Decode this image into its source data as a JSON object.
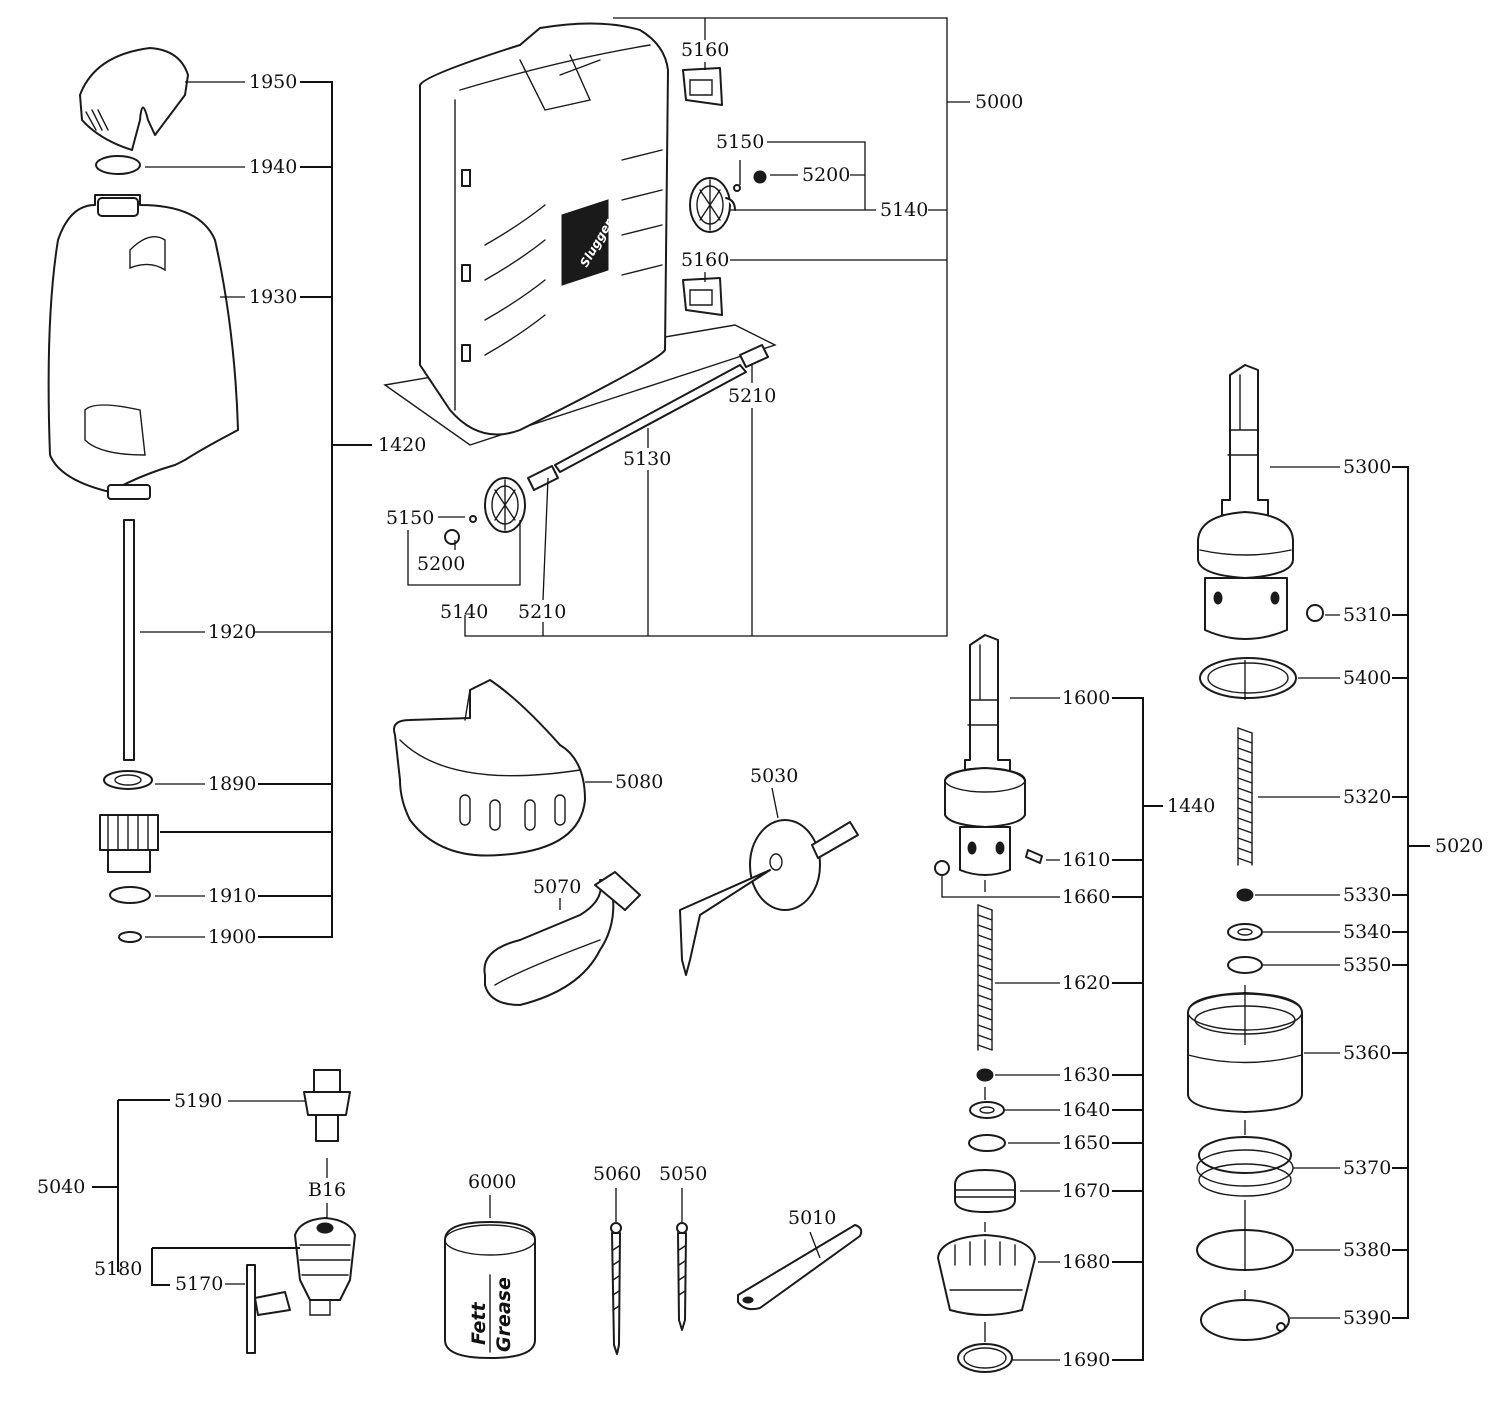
{
  "labels": {
    "p1950": "1950",
    "p1940": "1940",
    "p1930": "1930",
    "p1420": "1420",
    "p1920": "1920",
    "p1890": "1890",
    "p1910": "1910",
    "p1900": "1900",
    "p5160a": "5160",
    "p5000": "5000",
    "p5150a": "5150",
    "p5200a": "5200",
    "p5140a": "5140",
    "p5160b": "5160",
    "p5210a": "5210",
    "p5130": "5130",
    "p5150b": "5150",
    "p5200b": "5200",
    "p5140b": "5140",
    "p5210b": "5210",
    "p5080": "5080",
    "p5030": "5030",
    "p5070": "5070",
    "p5300": "5300",
    "p5310": "5310",
    "p5400": "5400",
    "p5320": "5320",
    "p5020": "5020",
    "p5330": "5330",
    "p5340": "5340",
    "p5350": "5350",
    "p5360": "5360",
    "p5370": "5370",
    "p5380": "5380",
    "p5390": "5390",
    "p1600": "1600",
    "p1440": "1440",
    "p1610": "1610",
    "p1660": "1660",
    "p1620": "1620",
    "p1630": "1630",
    "p1640": "1640",
    "p1650": "1650",
    "p1670": "1670",
    "p1680": "1680",
    "p1690": "1690",
    "p5190": "5190",
    "p5040": "5040",
    "pB16": "B16",
    "p5180": "5180",
    "p5170": "5170",
    "p6000": "6000",
    "p5060": "5060",
    "p5050": "5050",
    "p5010": "5010"
  },
  "product_text": {
    "case_brand": "Slugger",
    "can_text_1": "Fett",
    "can_text_2": "Grease"
  },
  "colors": {
    "ink": "#1a1a1a",
    "paper": "#ffffff"
  }
}
